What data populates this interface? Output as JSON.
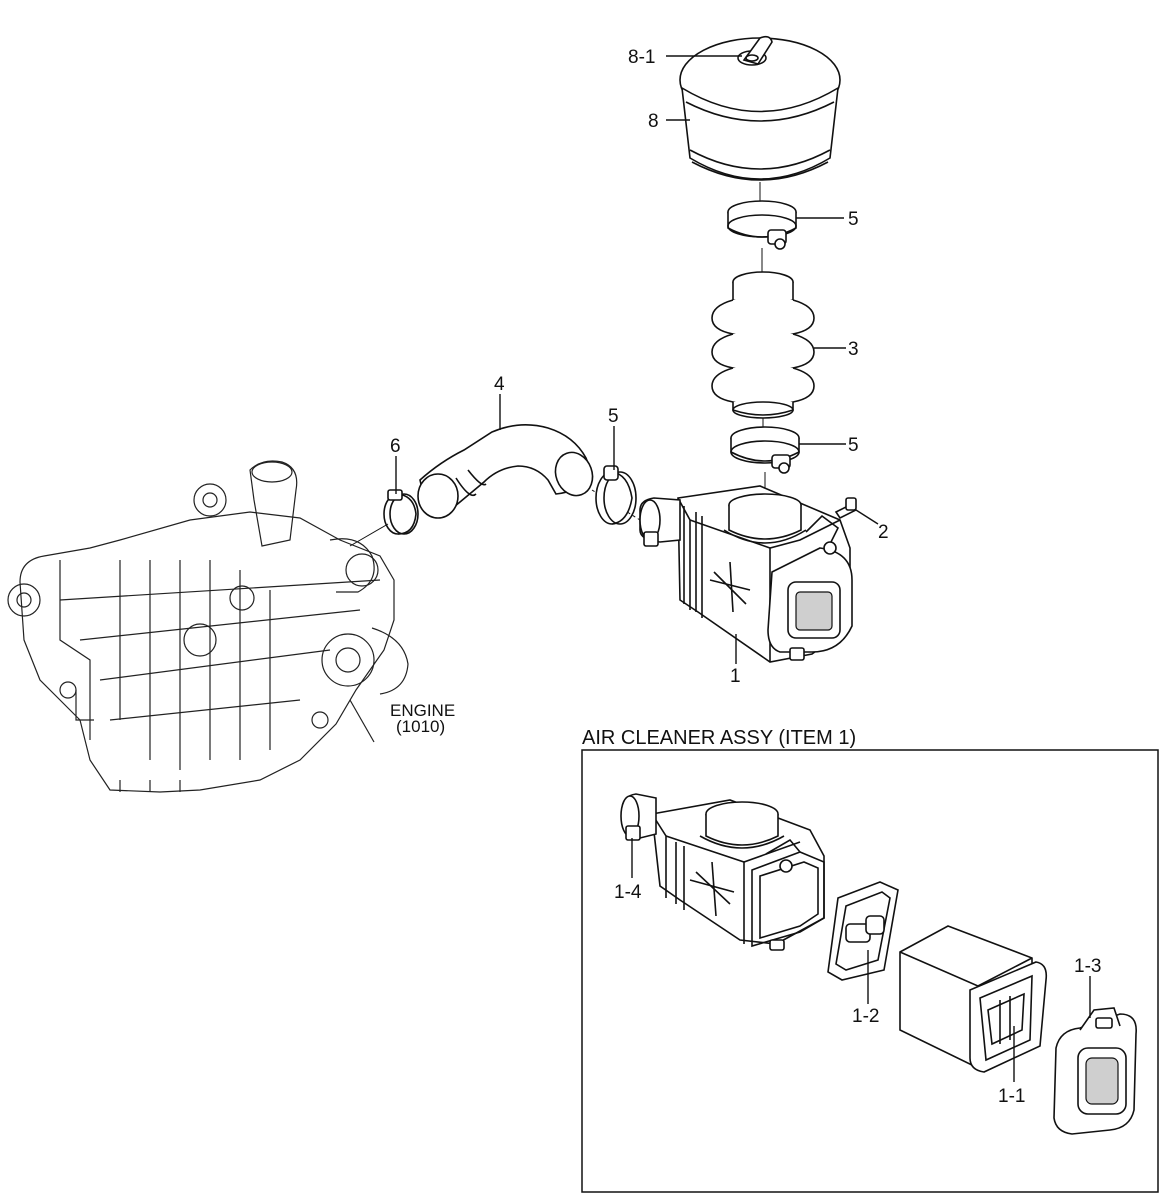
{
  "labels": {
    "p8_1": "8-1",
    "p8": "8",
    "p5_top": "5",
    "p3": "3",
    "p5_mid": "5",
    "p4": "4",
    "p5_left": "5",
    "p6": "6",
    "p2": "2",
    "p1": "1",
    "p1_1": "1-1",
    "p1_2": "1-2",
    "p1_3": "1-3",
    "p1_4": "1-4"
  },
  "engine": {
    "name": "ENGINE",
    "code": "(1010)"
  },
  "inset": {
    "title": "AIR CLEANER ASSY (ITEM 1)"
  }
}
